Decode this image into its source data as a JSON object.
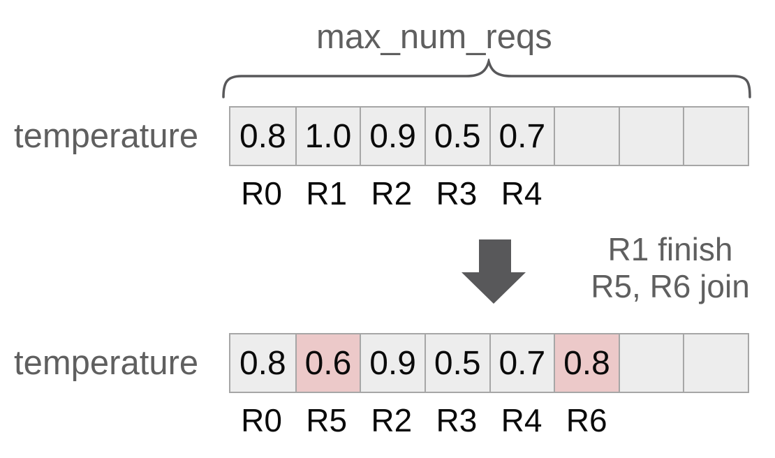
{
  "title": "max_num_reqs",
  "colors": {
    "text_gray": "#5f5f5f",
    "shape_gray": "#58585a",
    "cell_background": "#ededed",
    "cell_border": "#a6a6a6",
    "highlight_background": "#ecc9c9",
    "value_text": "#0a0a0a"
  },
  "arrays": {
    "before": {
      "row_label": "temperature",
      "cells": [
        {
          "value": "0.8",
          "variant": "normal"
        },
        {
          "value": "1.0",
          "variant": "normal"
        },
        {
          "value": "0.9",
          "variant": "normal"
        },
        {
          "value": "0.5",
          "variant": "normal"
        },
        {
          "value": "0.7",
          "variant": "normal"
        },
        {
          "value": "",
          "variant": "normal"
        },
        {
          "value": "",
          "variant": "normal"
        },
        {
          "value": "",
          "variant": "normal"
        }
      ],
      "request_labels": [
        "R0",
        "R1",
        "R2",
        "R3",
        "R4",
        "",
        "",
        ""
      ]
    },
    "after": {
      "row_label": "temperature",
      "cells": [
        {
          "value": "0.8",
          "variant": "normal"
        },
        {
          "value": "0.6",
          "variant": "highlight"
        },
        {
          "value": "0.9",
          "variant": "normal"
        },
        {
          "value": "0.5",
          "variant": "normal"
        },
        {
          "value": "0.7",
          "variant": "normal"
        },
        {
          "value": "0.8",
          "variant": "highlight"
        },
        {
          "value": "",
          "variant": "normal"
        },
        {
          "value": "",
          "variant": "normal"
        }
      ],
      "request_labels": [
        "R0",
        "R5",
        "R2",
        "R3",
        "R4",
        "R6",
        "",
        ""
      ]
    }
  },
  "transition": {
    "line1": "R1 finish",
    "line2": "R5, R6 join"
  }
}
